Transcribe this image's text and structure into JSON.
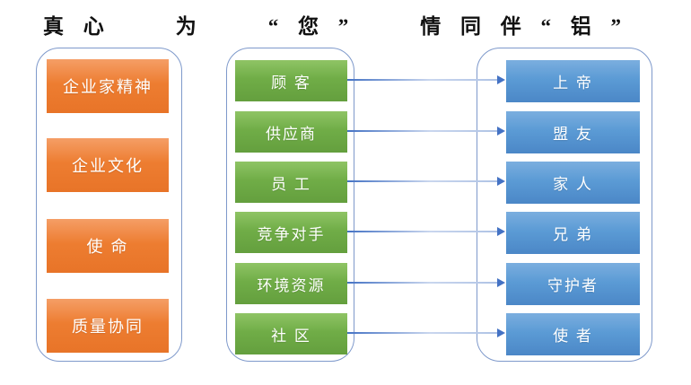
{
  "title": {
    "parts": [
      "真 心",
      "为",
      "“ 您 ”",
      "情 同 伴 “ 铝 ”"
    ]
  },
  "left_panel": {
    "items": [
      "企业家精神",
      "企业文化",
      "使 命",
      "质量协同"
    ]
  },
  "mappings": [
    {
      "from": "顾 客",
      "to": "上 帝"
    },
    {
      "from": "供应商",
      "to": "盟 友"
    },
    {
      "from": "员 工",
      "to": "家 人"
    },
    {
      "from": "竞争对手",
      "to": "兄 弟"
    },
    {
      "from": "环境资源",
      "to": "守护者"
    },
    {
      "from": "社 区",
      "to": "使 者"
    }
  ],
  "colors": {
    "orange": "#ED7D31",
    "green": "#70AD47",
    "blue": "#5B9BD5",
    "panel-border": "#7E99CB",
    "arrow": "#4472C4",
    "title-color": "#111111"
  }
}
